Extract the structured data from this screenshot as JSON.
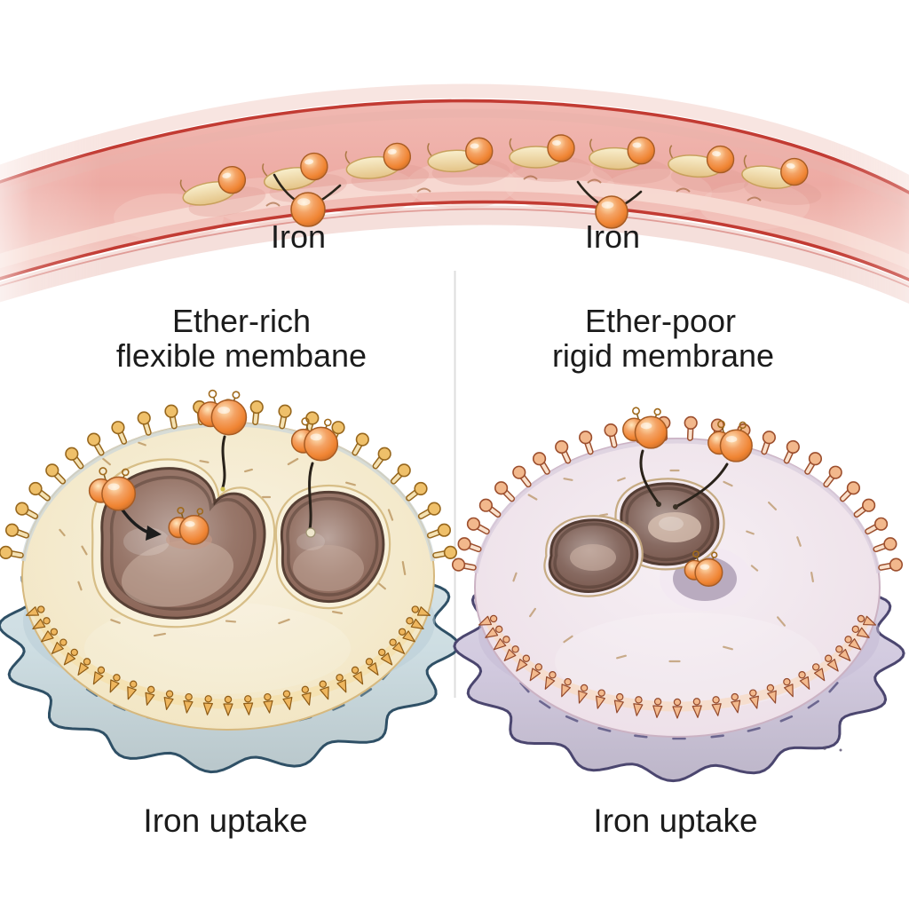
{
  "illustration": {
    "background_color": "#ffffff",
    "text_color": "#1b1b1b",
    "divider_color": "#d9d9d9"
  },
  "vessel": {
    "wall_color": "#c23b33",
    "lumen_color": "#edaaa3",
    "iron_color": "#f08432",
    "carrier_color": "#f2e0b4",
    "lumen_iron_particles": 8,
    "released_iron_particles": 2,
    "iron_label_left": "Iron",
    "iron_label_right": "Iron"
  },
  "left_panel": {
    "title_line1": "Ether-rich",
    "title_line2": "flexible membane",
    "caption": "Iron uptake",
    "cell_color": "#f2e5c2",
    "membrane_receptor_color": "#efc06a",
    "skirt_color": "#cddde2",
    "vacuole_color": "#8a6456",
    "vacuole_count": 2,
    "iron_cluster_count": 4
  },
  "right_panel": {
    "title_line1": "Ether-poor",
    "title_line2": "rigid membrane",
    "caption": "Iron uptake",
    "cell_color": "#eddfe8",
    "membrane_receptor_color": "#f2b88c",
    "skirt_color": "#d2cadf",
    "vacuole_color": "#77564b",
    "vacuole_count": 2,
    "iron_cluster_count": 3
  }
}
